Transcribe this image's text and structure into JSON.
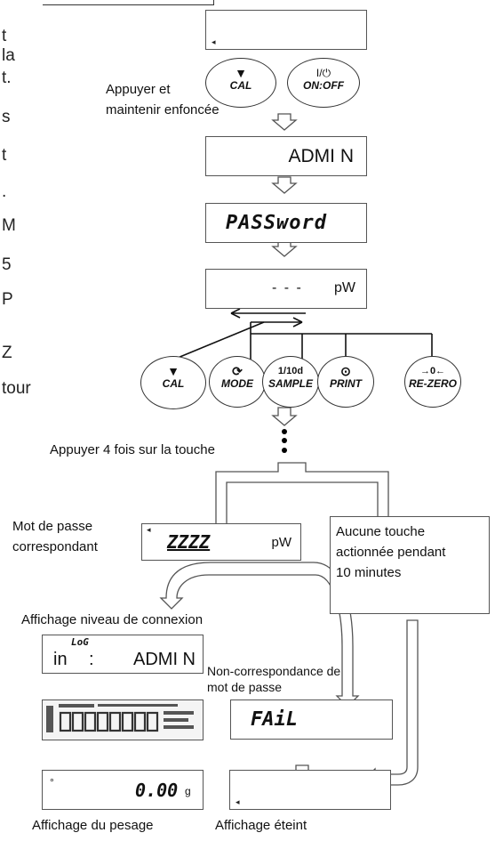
{
  "left_fragments": [
    "t la",
    "t.",
    "s",
    "t",
    ".",
    "M",
    "5",
    "P",
    "Z",
    "tour"
  ],
  "keys": {
    "cal": "CAL",
    "on_off": "ON:OFF",
    "on_off_icon": "I/⏻",
    "mode": "MODE",
    "sample": "SAMPLE",
    "sample_top": "1/10d",
    "print": "PRINT",
    "rezero": "RE-ZERO",
    "rezero_top": "→0←"
  },
  "labels": {
    "press_hold_1": "Appuyer et",
    "press_hold_2": "maintenir enfoncée",
    "press_4_times": "Appuyer 4 fois sur la touche",
    "password_match_1": "Mot de passe",
    "password_match_2": "correspondant",
    "no_key_1": "Aucune touche",
    "no_key_2": "actionnée pendant",
    "no_key_3": "10 minutes",
    "login_level": "Affichage niveau de connexion",
    "mismatch_1": "Non-correspondance de",
    "mismatch_2": "mot de passe",
    "weighing": "Affichage du pesage",
    "off_display": "Affichage éteint"
  },
  "displays": {
    "admin": "ADMI N",
    "password": "PASSword",
    "pw_unit": "pW",
    "pw_entry": "ZZZZ",
    "login_top": "LoG",
    "login_in": "in",
    "login_colon": ":",
    "login_admin": "ADMI N",
    "fail": "FAiL",
    "weight": "0.00",
    "weight_unit": "g",
    "dots": "- - -"
  }
}
